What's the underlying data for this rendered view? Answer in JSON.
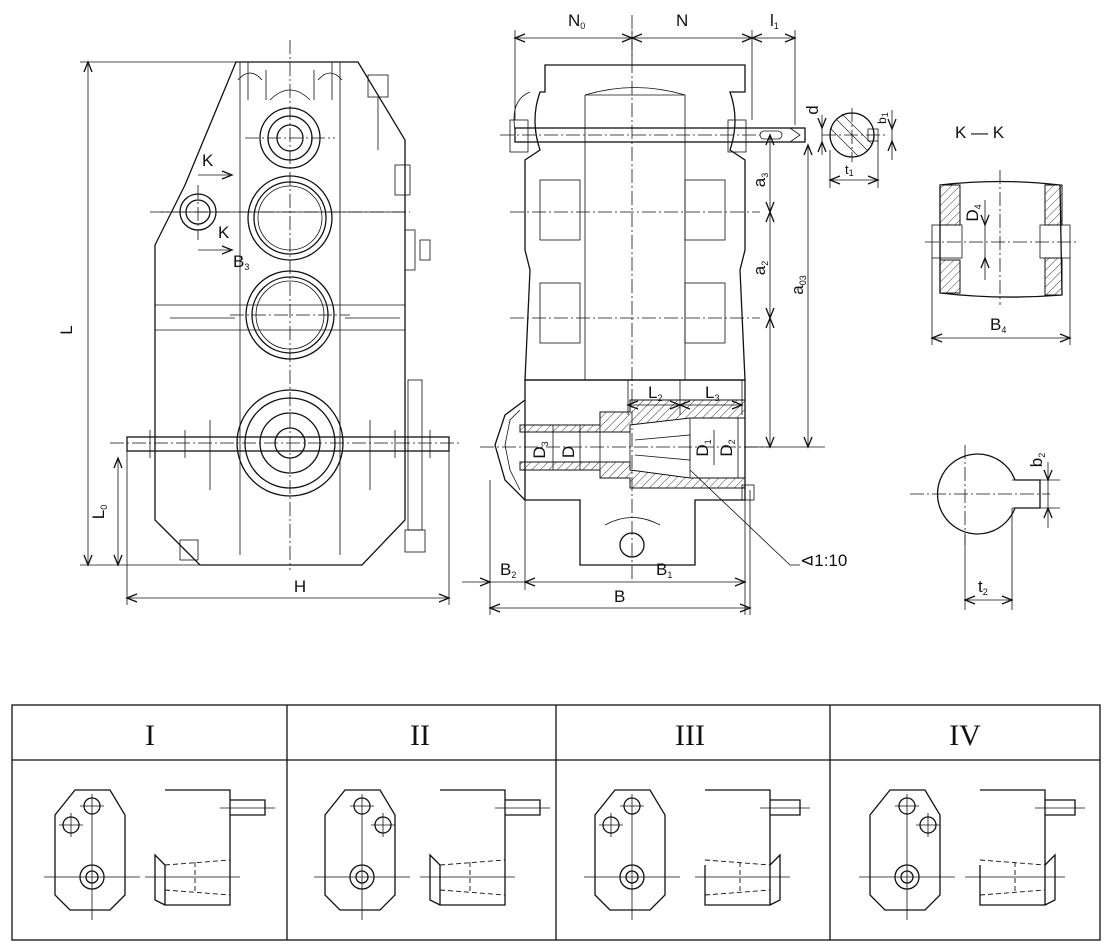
{
  "dimensions": {
    "L": "L",
    "L0_main": "L",
    "L0_sub": "0",
    "H": "H",
    "K_top": "K",
    "K_bottom": "K",
    "B3_main": "B",
    "B3_sub": "3",
    "N0_main": "N",
    "N0_sub": "0",
    "N": "N",
    "l1_main": "l",
    "l1_sub": "1",
    "d": "d",
    "b1_main": "b",
    "b1_sub": "1",
    "t1_main": "t",
    "t1_sub": "1",
    "a3_main": "a",
    "a3_sub": "3",
    "a2_main": "a",
    "a2_sub": "2",
    "a03_main": "a",
    "a03_sub": "03",
    "L2_main": "L",
    "L2_sub": "2",
    "L3_main": "L",
    "L3_sub": "3",
    "D3_main": "D",
    "D3_sub": "3",
    "D": "D",
    "D1_main": "D",
    "D1_sub": "1",
    "D2_main": "D",
    "D2_sub": "2",
    "taper": "⊲1:10",
    "B2_main": "B",
    "B2_sub": "2",
    "B1_main": "B",
    "B1_sub": "1",
    "B": "B",
    "section_label": "K — K",
    "D4_main": "D",
    "D4_sub": "4",
    "B4_main": "B",
    "B4_sub": "4",
    "b2_main": "b",
    "b2_sub": "2",
    "t2_main": "t",
    "t2_sub": "2"
  },
  "assembly_table": {
    "headers": [
      "I",
      "II",
      "III",
      "IV"
    ]
  }
}
